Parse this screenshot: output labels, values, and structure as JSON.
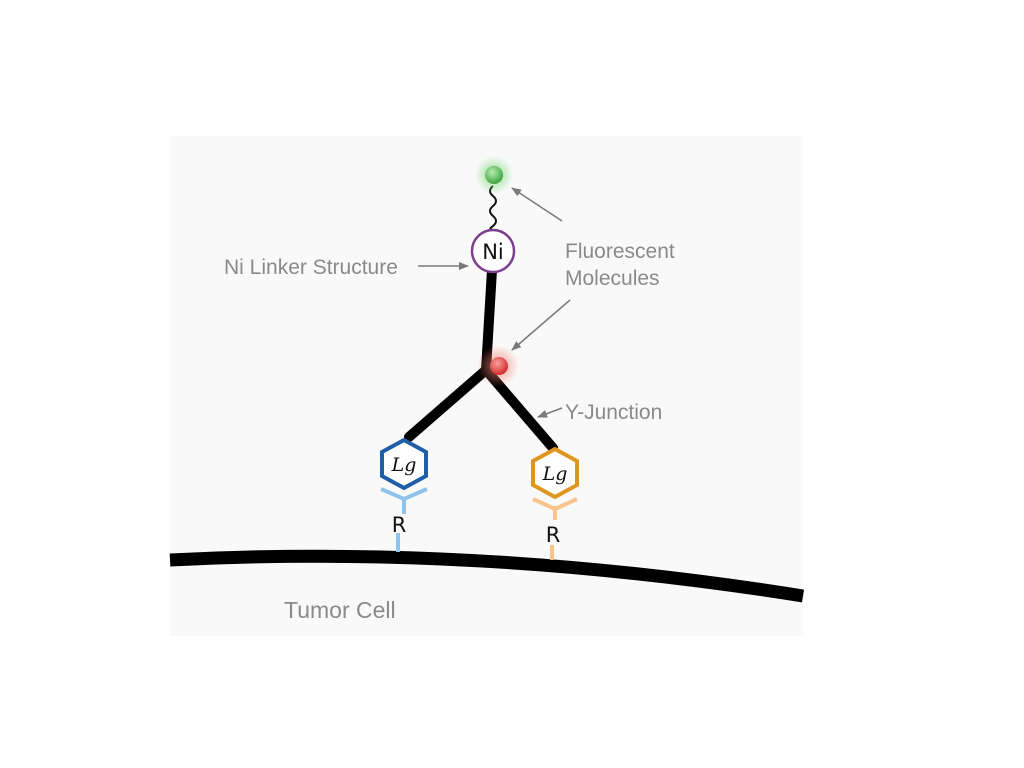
{
  "labels": {
    "fluorescent_line1": "Fluorescent",
    "fluorescent_line2": "Molecules",
    "linker": "Ni Linker Structure",
    "junction": "Y-Junction",
    "cell": "Tumor Cell"
  },
  "nodes": {
    "ni": "Ni",
    "ligand": "Lg",
    "receptor": "R"
  },
  "colors": {
    "background_panel": "#f9f9f9",
    "green_fluor": "#5cbf5a",
    "red_fluor": "#e23b3b",
    "ni_ring": "#7b3f8c",
    "ligand_left": "#1f5fa8",
    "ligand_right": "#e0951e",
    "receptor_left": "#8ec4ec",
    "receptor_right": "#f6c48c",
    "label_gray": "#8a8a8a"
  }
}
